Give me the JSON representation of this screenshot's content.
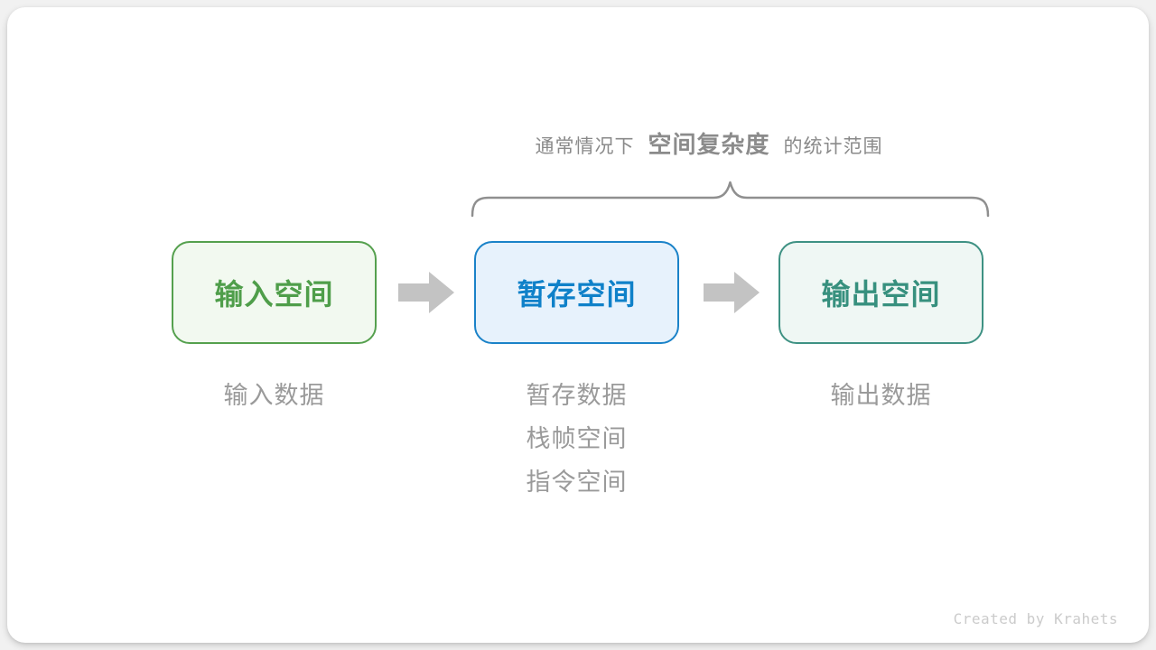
{
  "canvas": {
    "background": "#f1f1f1",
    "card_background": "#ffffff"
  },
  "annotation": {
    "prefix": "通常情况下",
    "highlight": "空间复杂度",
    "suffix": "的统计范围",
    "text_color": "#8a8a8a",
    "highlight_color": "#8b8b8b",
    "brace_color": "#8f8f8f"
  },
  "flow": {
    "boxes": [
      {
        "label": "输入空间",
        "border_color": "#55a04e",
        "background": "#f2f9f0",
        "text_color": "#4f9e4a"
      },
      {
        "label": "暂存空间",
        "border_color": "#1a82c8",
        "background": "#e7f2fc",
        "text_color": "#0f81c9"
      },
      {
        "label": "输出空间",
        "border_color": "#3e9183",
        "background": "#eff7f4",
        "text_color": "#37907e"
      }
    ],
    "arrow_color": "#c3c3c3"
  },
  "notes": {
    "text_color": "#9a9a9a",
    "input": [
      "输入数据"
    ],
    "temp": [
      "暂存数据",
      "栈帧空间",
      "指令空间"
    ],
    "output": [
      "输出数据"
    ]
  },
  "footer": {
    "credit": "Created by Krahets",
    "color": "#cbcbcb"
  }
}
